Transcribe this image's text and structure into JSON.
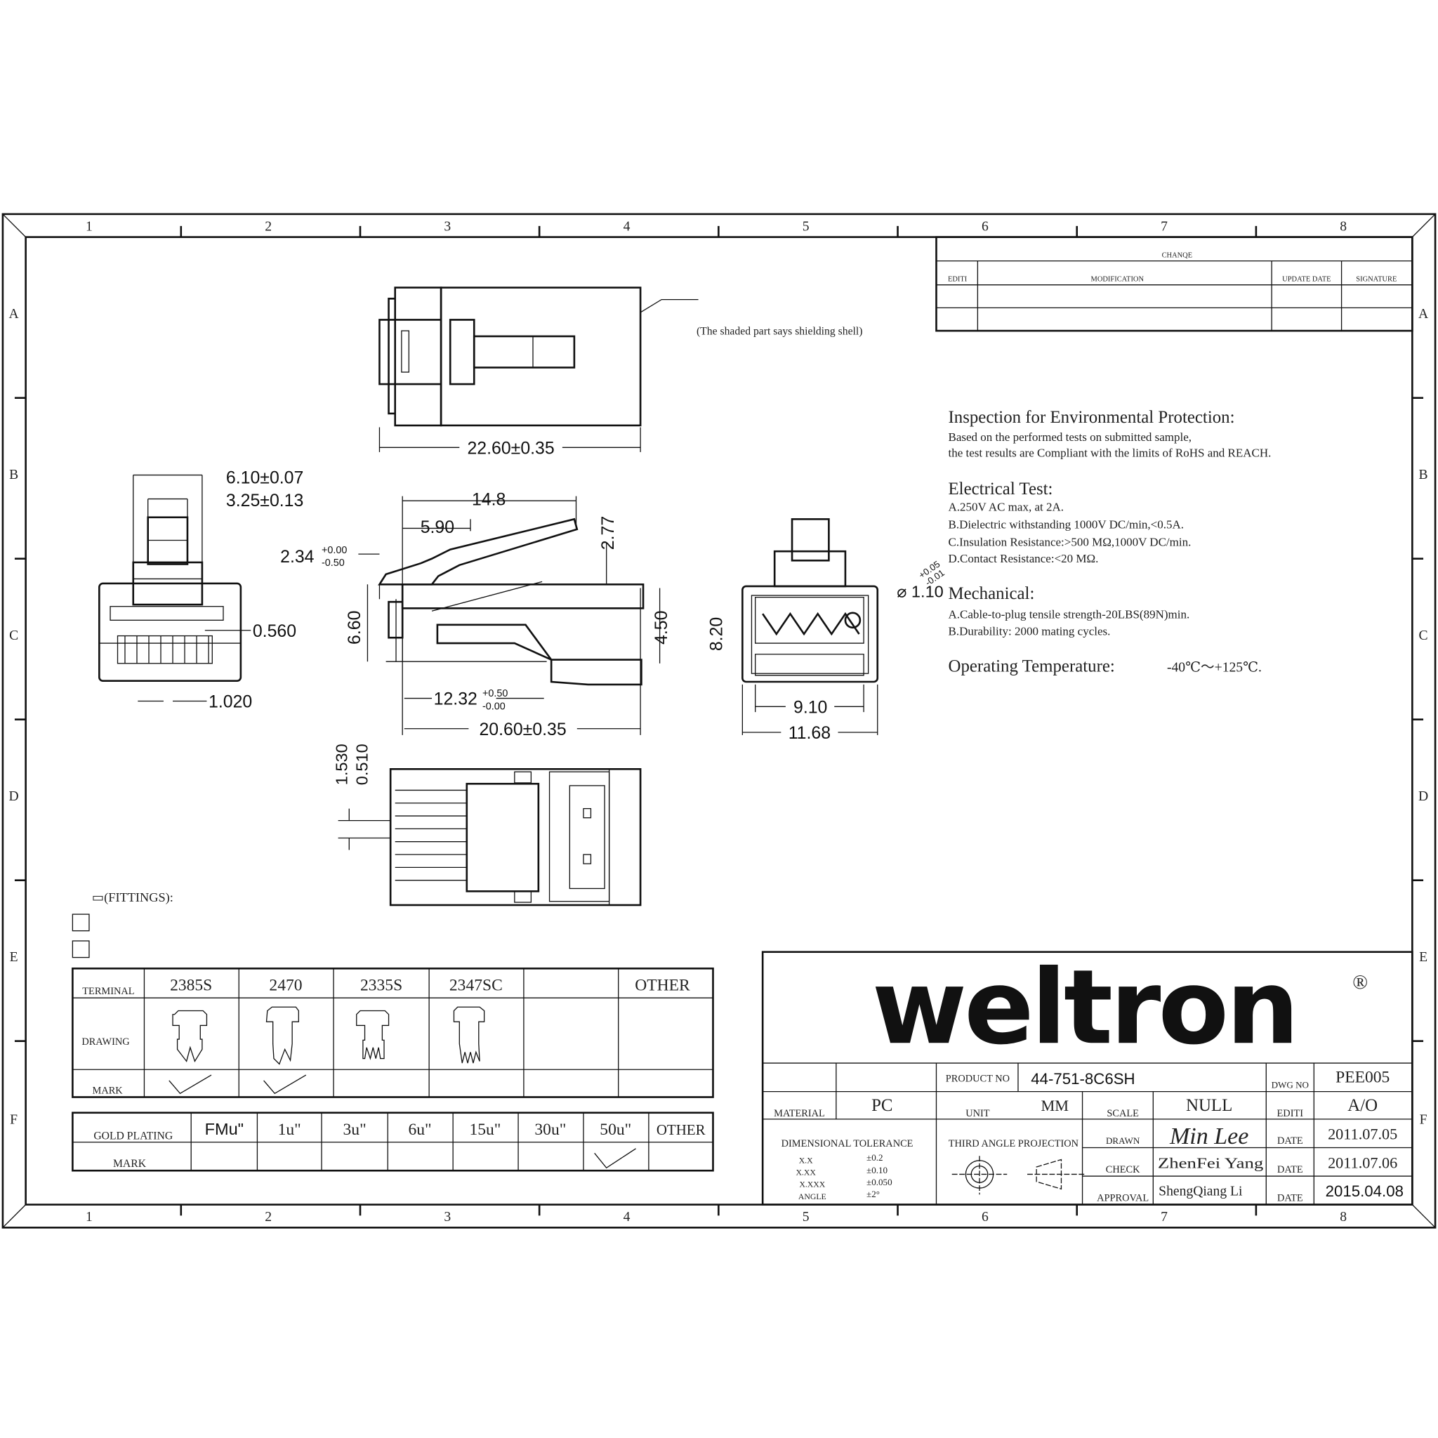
{
  "frame": {
    "columns": [
      "1",
      "2",
      "3",
      "4",
      "5",
      "6",
      "7",
      "8"
    ],
    "rows": [
      "A",
      "B",
      "C",
      "D",
      "E",
      "F"
    ]
  },
  "change_table": {
    "title": "CHANQE",
    "headers": [
      "EDITI",
      "MODIFICATION",
      "UPDATE DATE",
      "SIGNATURE"
    ]
  },
  "note_shield": "(The shaded part says shielding shell)",
  "dimensions": {
    "top_length": "22.60±0.35",
    "front_width": "6.10±0.07",
    "latch_width": "3.25±0.13",
    "pitch_small": "0.560",
    "pitch_large": "1.020",
    "side_14": "14.8",
    "side_590": "5.90",
    "side_277": "2.77",
    "side_234": "2.34",
    "side_234_tol_plus": "+0.00",
    "side_234_tol_minus": "-0.50",
    "side_660": "6.60",
    "side_450": "4.50",
    "side_1232": "12.32",
    "side_1232_tol_plus": "+0.50",
    "side_1232_tol_minus": "-0.00",
    "side_length": "20.60±0.35",
    "end_820": "8.20",
    "end_910": "9.10",
    "end_1168": "11.68",
    "end_dia": "⌀ 1.10",
    "end_dia_tol_plus": "+0.05",
    "end_dia_tol_minus": "-0.01",
    "bottom_1530": "1.530",
    "bottom_0510": "0.510"
  },
  "specs": {
    "env_title": "Inspection for Environmental Protection:",
    "env_lines": [
      "Based on the performed tests on submitted sample,",
      "the test results are Compliant with the limits of RoHS and REACH."
    ],
    "elec_title": "Electrical Test:",
    "elec_lines": [
      "A.250V AC max, at 2A.",
      "B.Dielectric withstanding 1000V DC/min,<0.5A.",
      "C.Insulation Resistance:>500 MΩ,1000V DC/min.",
      "D.Contact Resistance:<20 MΩ."
    ],
    "mech_title": "Mechanical:",
    "mech_lines": [
      "A.Cable-to-plug  tensile strength-20LBS(89N)min.",
      "B.Durability: 2000 mating cycles."
    ],
    "temp_label": "Operating Temperature:",
    "temp_value": "-40℃～+125℃."
  },
  "fittings": {
    "label": "▭(FITTINGS):",
    "checkboxes": [
      false,
      false
    ]
  },
  "terminal_table": {
    "row_labels": [
      "TERMINAL",
      "DRAWING",
      "MARK"
    ],
    "columns": [
      "2385S",
      "2470",
      "2335S",
      "2347SC",
      "",
      "OTHER"
    ],
    "marked": [
      true,
      true,
      false,
      false,
      false,
      false
    ]
  },
  "gold_table": {
    "row_labels": [
      "GOLD PLATING",
      "MARK"
    ],
    "columns": [
      "FMu\"",
      "1u\"",
      "3u\"",
      "6u\"",
      "15u\"",
      "30u\"",
      "50u\"",
      "OTHER"
    ],
    "marked": [
      false,
      false,
      false,
      false,
      false,
      false,
      true,
      false
    ]
  },
  "title_block": {
    "logo": "weltron",
    "registered": "®",
    "product_no_label": "PRODUCT NO",
    "product_no": "44-751-8C6SH",
    "dwg_no_label": "DWG NO",
    "dwg_no": "PEE005",
    "material_label": "MATERIAL",
    "material": "PC",
    "unit_label": "UNIT",
    "unit": "MM",
    "scale_label": "SCALE",
    "scale": "NULL",
    "edition_label": "EDITI",
    "edition": "A/O",
    "tolerance_title": "DIMENSIONAL TOLERANCE",
    "tolerances": [
      {
        "k": "X.X",
        "v": "±0.2"
      },
      {
        "k": "X.XX",
        "v": "±0.10"
      },
      {
        "k": "X.XXX",
        "v": "±0.050"
      },
      {
        "k": "ANGLE",
        "v": "±2°"
      }
    ],
    "projection": "THIRD ANGLE PROJECTION",
    "drawn_label": "DRAWN",
    "drawn": "Min Lee",
    "check_label": "CHECK",
    "check": "ZhenFei Yang",
    "approval_label": "APPROVAL",
    "approval": "ShengQiang Li",
    "date_label": "DATE",
    "dates": [
      "2011.07.05",
      "2011.07.06",
      "2015.04.08"
    ]
  }
}
